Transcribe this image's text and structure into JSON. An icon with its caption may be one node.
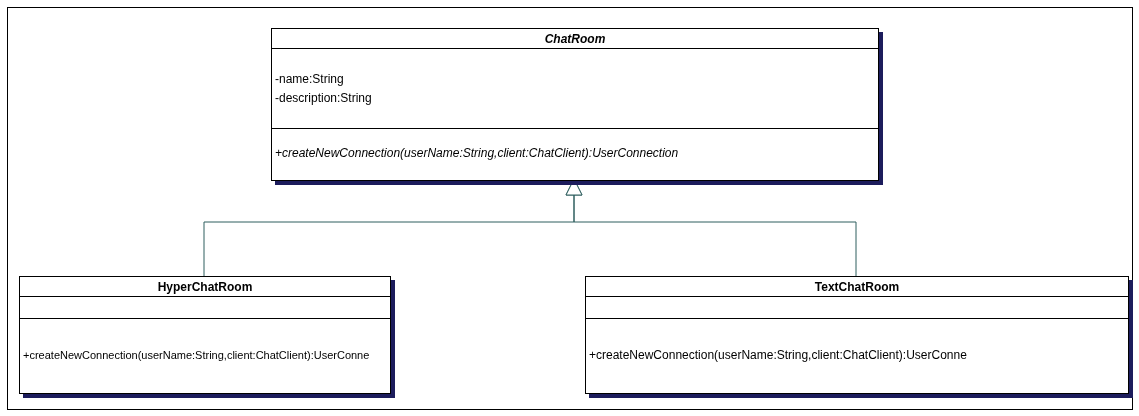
{
  "diagram": {
    "nodes": [
      {
        "text": [
          "ChatRoom",
          "-name:String",
          "-description:String",
          "+createNewConnection(userName:String,client:ChatClient):UserConnection"
        ]
      },
      {
        "text": [
          "HyperChatRoom",
          "+createNewConnection(userName:String,client:ChatClient):UserConne"
        ]
      },
      {
        "text": [
          "TextChatRoom",
          "+createNewConnection(userName:String,client:ChatClient):UserConne"
        ]
      }
    ],
    "edges": [
      {
        "from": 1,
        "to": 0,
        "arrow": "to"
      },
      {
        "from": 2,
        "to": 0,
        "arrow": "to"
      }
    ]
  }
}
